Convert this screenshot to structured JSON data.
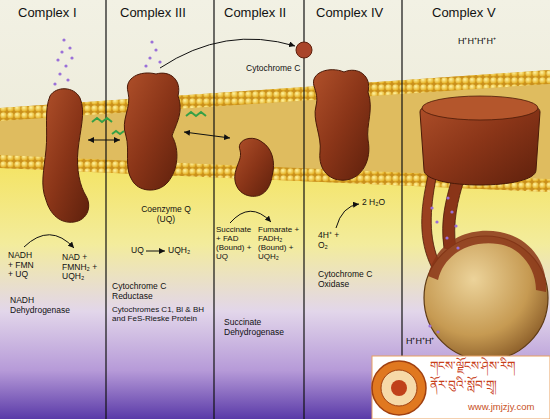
{
  "diagram": {
    "labels": [
      "Complex I",
      "Complex III",
      "Complex II",
      "Complex IV",
      "Complex V",
      "Cytochrome C",
      "H⁺H⁺H⁺H⁺",
      "Coenzyme Q (UQ)",
      "UQ",
      "UQH₂",
      "NADH + FMN + UQ",
      "NAD + FMNH₂ + UQH₂",
      "NADH Dehydrogenase",
      "Cytochrome C Reductase",
      "Cytochromes C1, Bl & BH and FeS-Rieske Protein",
      "Succinate + FAD (Bound) + UQ",
      "Fumarate + FADH₂ (Bound) + UQH₂",
      "Succinate Dehydrogenase",
      "4H⁺ + O₂",
      "2 H₂O",
      "Cytochrome C Oxidase",
      "H⁺H⁺H⁺",
      "གངས་ལྗོངས་ཤེས་རིག",
      "ནོར་བུའི་སློབ་གྲྭ།",
      "www.jmjzjy.com"
    ]
  }
}
